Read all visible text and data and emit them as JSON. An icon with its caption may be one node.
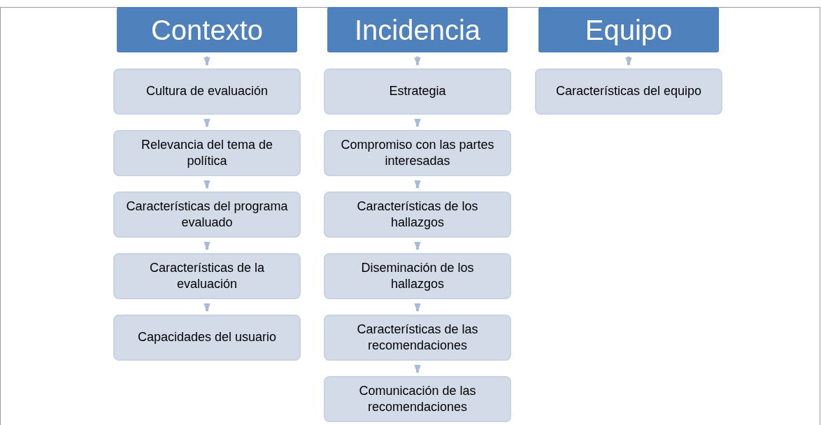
{
  "diagram": {
    "nodes": [
      {
        "text": [
          "Contexto"
        ]
      },
      {
        "text": [
          "Cultura de evaluación"
        ]
      },
      {
        "text": [
          "Relevancia del tema de política"
        ]
      },
      {
        "text": [
          "Características del programa evaluado"
        ]
      },
      {
        "text": [
          "Características de la evaluación"
        ]
      },
      {
        "text": [
          "Capacidades del usuario"
        ]
      },
      {
        "text": [
          "Incidencia"
        ]
      },
      {
        "text": [
          "Estrategia"
        ]
      },
      {
        "text": [
          "Compromiso con las partes interesadas"
        ]
      },
      {
        "text": [
          "Características de los hallazgos"
        ]
      },
      {
        "text": [
          "Diseminación de los hallazgos"
        ]
      },
      {
        "text": [
          "Características de las recomendaciones"
        ]
      },
      {
        "text": [
          "Comunicación de las recomendaciones"
        ]
      },
      {
        "text": [
          "Equipo"
        ]
      },
      {
        "text": [
          "Características del equipo"
        ]
      }
    ],
    "edges": [
      {
        "from": 0,
        "to": 1,
        "arrow": "to"
      },
      {
        "from": 1,
        "to": 2,
        "arrow": "to"
      },
      {
        "from": 2,
        "to": 3,
        "arrow": "to"
      },
      {
        "from": 3,
        "to": 4,
        "arrow": "to"
      },
      {
        "from": 4,
        "to": 5,
        "arrow": "to"
      },
      {
        "from": 6,
        "to": 7,
        "arrow": "to"
      },
      {
        "from": 7,
        "to": 8,
        "arrow": "to"
      },
      {
        "from": 8,
        "to": 9,
        "arrow": "to"
      },
      {
        "from": 9,
        "to": 10,
        "arrow": "to"
      },
      {
        "from": 10,
        "to": 11,
        "arrow": "to"
      },
      {
        "from": 11,
        "to": 12,
        "arrow": "to"
      },
      {
        "from": 13,
        "to": 14,
        "arrow": "to"
      }
    ]
  }
}
